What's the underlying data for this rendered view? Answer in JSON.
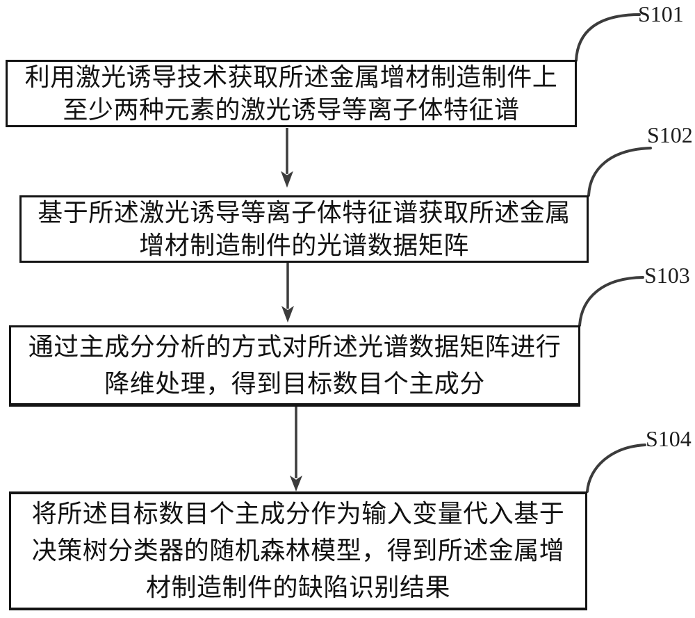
{
  "steps": [
    {
      "label": "S101",
      "lines": [
        "利用激光诱导技术获取所述金属增材制造制件上",
        "至少两种元素的激光诱导等离子体特征谱"
      ]
    },
    {
      "label": "S102",
      "lines": [
        "基于所述激光诱导等离子体特征谱获取所述金属",
        "增材制造制件的光谱数据矩阵"
      ]
    },
    {
      "label": "S103",
      "lines": [
        "通过主成分分析的方式对所述光谱数据矩阵进行",
        "降维处理，得到目标数目个主成分"
      ]
    },
    {
      "label": "S104",
      "lines": [
        "将所述目标数目个主成分作为输入变量代入基于",
        "决策树分类器的随机森林模型，得到所述金属增",
        "材制造制件的缺陷识别结果"
      ]
    }
  ],
  "colors": {
    "bg": "#ffffff",
    "border": "#141414",
    "connector": "#3c3c3c",
    "text": "#121212",
    "label": "#1d1d1d"
  }
}
